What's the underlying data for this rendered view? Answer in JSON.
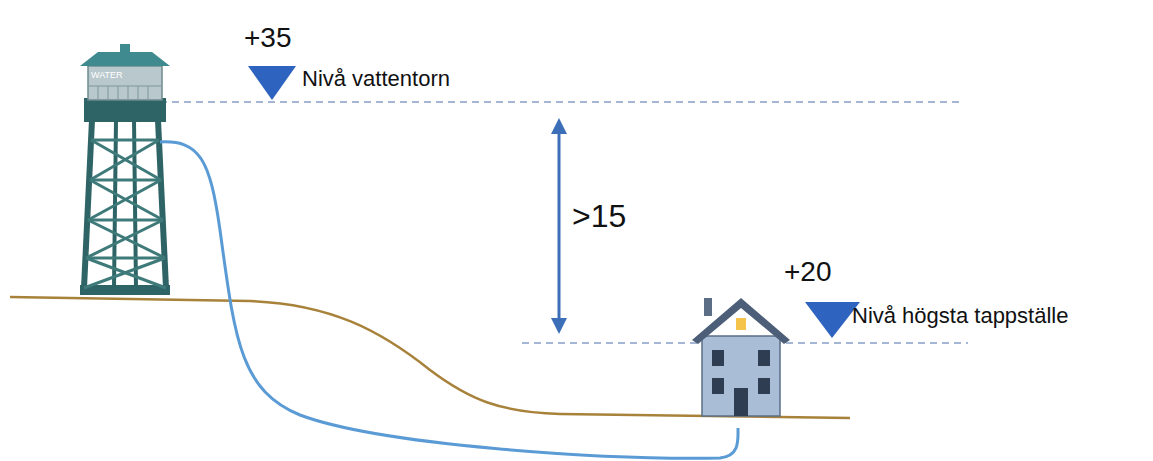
{
  "diagram": {
    "labels": [
      "+35",
      "Nivå vattentorn",
      "WATER",
      ">15",
      "+20",
      "Nivå högsta tappställe"
    ]
  }
}
